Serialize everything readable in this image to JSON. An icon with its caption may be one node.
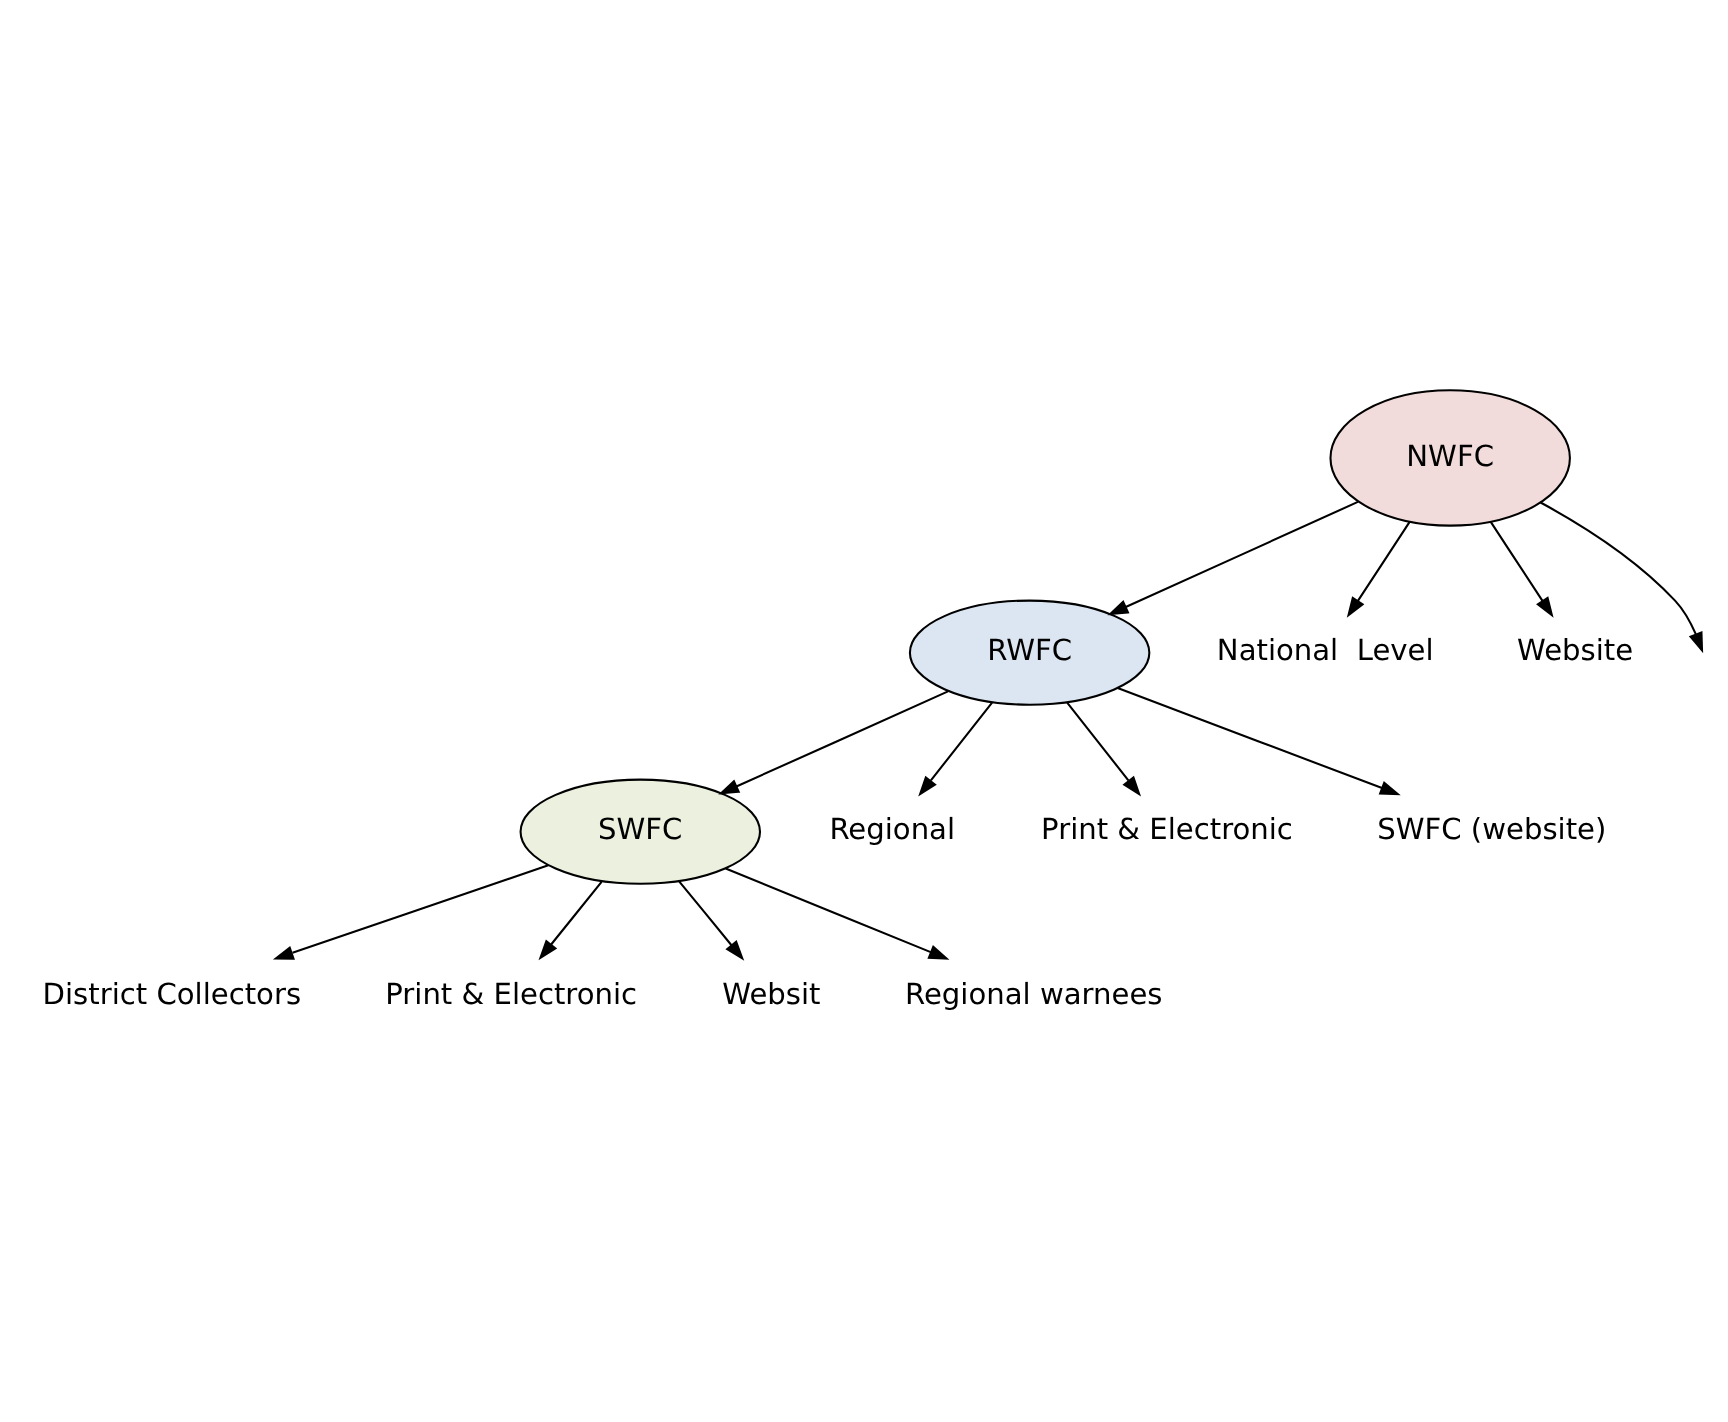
{
  "diagram": {
    "nodes": [
      {
        "text": [
          "NWFC"
        ]
      },
      {
        "text": [
          "RWFC"
        ]
      },
      {
        "text": [
          "SWFC"
        ]
      },
      {
        "text": [
          "National  Level"
        ]
      },
      {
        "text": [
          "Website"
        ]
      },
      {
        "text": [
          "Regional"
        ]
      },
      {
        "text": [
          "Print & Electronic"
        ]
      },
      {
        "text": [
          "SWFC (website)"
        ]
      },
      {
        "text": [
          "District Collectors"
        ]
      },
      {
        "text": [
          "Print & Electronic"
        ]
      },
      {
        "text": [
          "Websit"
        ]
      },
      {
        "text": [
          "Regional warnees"
        ]
      }
    ],
    "edges": [
      {
        "from": 0,
        "to": null,
        "arrow": "to"
      },
      {
        "from": 0,
        "to": 3,
        "arrow": "to"
      },
      {
        "from": 0,
        "to": 4,
        "arrow": "to"
      },
      {
        "from": 0,
        "to": 1,
        "arrow": "to"
      },
      {
        "from": 1,
        "to": 5,
        "arrow": "to"
      },
      {
        "from": 1,
        "to": 6,
        "arrow": "to"
      },
      {
        "from": 1,
        "to": 7,
        "arrow": "to"
      },
      {
        "from": 1,
        "to": 2,
        "arrow": "to"
      },
      {
        "from": 2,
        "to": 8,
        "arrow": "to"
      },
      {
        "from": 2,
        "to": 9,
        "arrow": "to"
      },
      {
        "from": 2,
        "to": 10,
        "arrow": "to"
      },
      {
        "from": 2,
        "to": 11,
        "arrow": "to"
      }
    ]
  }
}
